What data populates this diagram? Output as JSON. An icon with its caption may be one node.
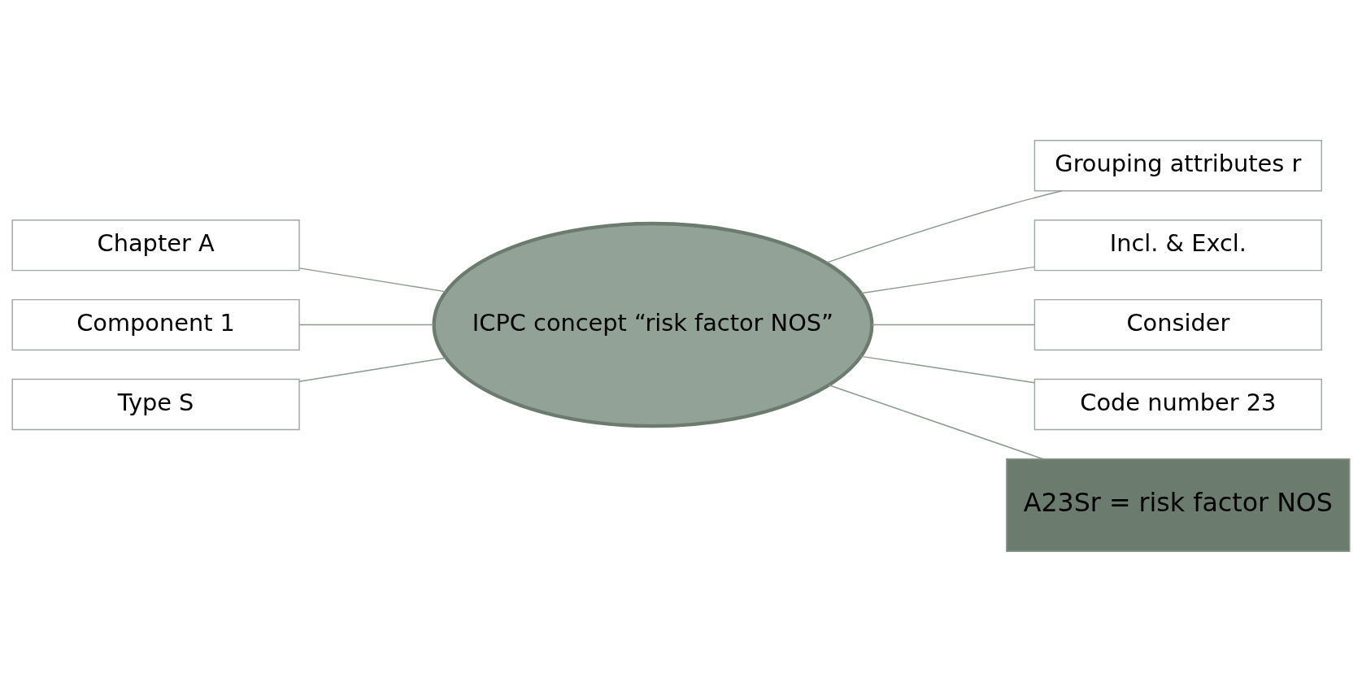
{
  "diagram": {
    "nodes": [
      {
        "text": [
          "Grouping attributes r"
        ]
      },
      {
        "text": [
          "Chapter A"
        ]
      },
      {
        "text": [
          "Incl. & Excl."
        ]
      },
      {
        "text": [
          "Component 1"
        ]
      },
      {
        "text": [
          "Consider"
        ]
      },
      {
        "text": [
          "ICPC concept “risk factor NOS”"
        ]
      },
      {
        "text": [
          "Type S"
        ]
      },
      {
        "text": [
          "Code number 23"
        ]
      },
      {
        "text": [
          "A23Sr = risk factor NOS"
        ]
      }
    ],
    "edges": [
      {
        "from": 1,
        "to": 5,
        "arrow": "none"
      },
      {
        "from": 3,
        "to": 5,
        "arrow": "none"
      },
      {
        "from": 6,
        "to": 5,
        "arrow": "none"
      },
      {
        "from": 5,
        "to": 0,
        "arrow": "none"
      },
      {
        "from": 5,
        "to": 2,
        "arrow": "none"
      },
      {
        "from": 5,
        "to": 4,
        "arrow": "none"
      },
      {
        "from": 5,
        "to": 7,
        "arrow": "none"
      },
      {
        "from": 5,
        "to": 8,
        "arrow": "none"
      }
    ]
  }
}
